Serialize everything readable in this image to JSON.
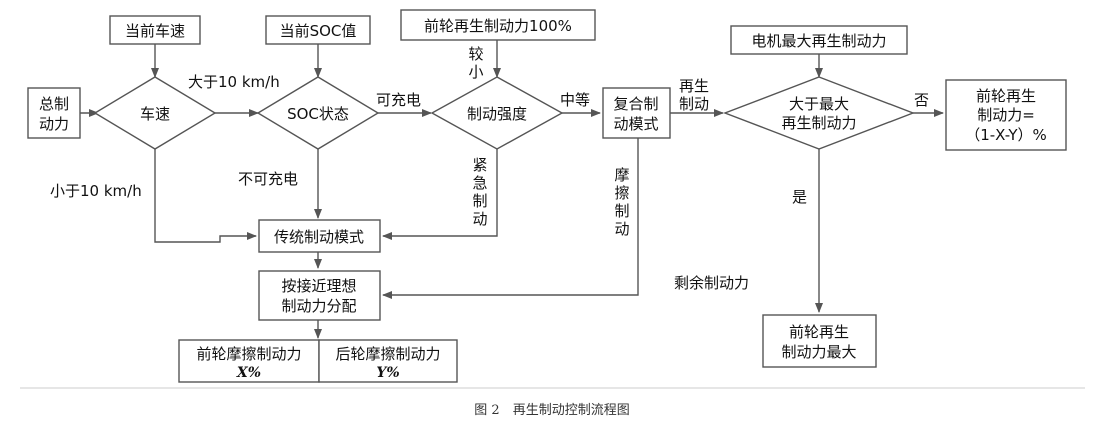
{
  "nodes": {
    "current_speed": "当前车速",
    "current_soc": "当前SOC值",
    "front_regen_100": "前轮再生制动力100%",
    "total_braking": [
      "总制",
      "动力"
    ],
    "speed": "车速",
    "soc_state": "SOC状态",
    "braking_intensity": "制动强度",
    "composite_mode": [
      "复合制",
      "动模式"
    ],
    "exceeds_max": [
      "大于最大",
      "再生制动力"
    ],
    "motor_max_regen": "电机最大再生制动力",
    "front_regen_result": [
      "前轮再生",
      "制动力=",
      "（1-X-Y）%"
    ],
    "traditional_mode": "传统制动模式",
    "ideal_distribution": [
      "按接近理想",
      "制动力分配"
    ],
    "front_friction": [
      "前轮摩擦制动力",
      "X%"
    ],
    "rear_friction": [
      "后轮摩擦制动力",
      "Y%"
    ],
    "front_regen_max": [
      "前轮再生",
      "制动力最大"
    ]
  },
  "edge_labels": {
    "greater_10": "大于10 km/h",
    "less_10": "小于10 km/h",
    "chargeable": "可充电",
    "not_chargeable": "不可充电",
    "lower": [
      "较",
      "小"
    ],
    "medium": "中等",
    "emergency": [
      "紧",
      "急",
      "制",
      "动"
    ],
    "regen_braking": [
      "再生",
      "制动"
    ],
    "friction_braking": [
      "摩",
      "擦",
      "制",
      "动"
    ],
    "no": "否",
    "yes": "是",
    "remaining": "剩余制动力"
  },
  "caption": "图 2　再生制动控制流程图"
}
